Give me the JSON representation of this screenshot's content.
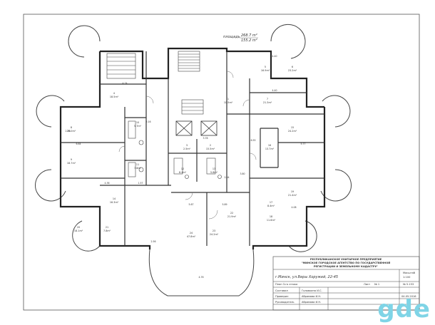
{
  "plan": {
    "area_label": "площадь",
    "total_area": "268.7 m²",
    "living_area": "155.2 m²"
  },
  "rooms": [
    {
      "num": "1",
      "area": "10.5m²"
    },
    {
      "num": "2",
      "area": "15.5m²"
    },
    {
      "num": "3",
      "area": "2.5m²"
    },
    {
      "num": "4",
      "area": "18.5m²"
    },
    {
      "num": "5",
      "area": "16.9m²"
    },
    {
      "num": "6",
      "area": "23.2m²"
    },
    {
      "num": "7",
      "area": "21.3m²"
    },
    {
      "num": "8",
      "area": "20.0m²"
    },
    {
      "num": "9",
      "area": "18.7m²"
    },
    {
      "num": "10",
      "area": "5.7m²"
    },
    {
      "num": "11",
      "area": "7.8m²"
    },
    {
      "num": "12",
      "area": "8.4m²"
    },
    {
      "num": "13",
      "area": "5.8m²"
    },
    {
      "num": "14",
      "area": "16.3m²"
    },
    {
      "num": "15",
      "area": "24.2m²"
    },
    {
      "num": "16",
      "area": "13.7m²"
    },
    {
      "num": "17",
      "area": "8.4m²"
    },
    {
      "num": "18",
      "area": "11.6m²"
    },
    {
      "num": "19",
      "area": "21.4m²"
    },
    {
      "num": "20",
      "area": "18.1m²"
    },
    {
      "num": "21",
      "area": "7.8m²"
    },
    {
      "num": "22",
      "area": "21.9m²"
    },
    {
      "num": "23",
      "area": "24.2m²"
    },
    {
      "num": "24",
      "area": "47.8m²"
    }
  ],
  "dimensions": [
    "4.74",
    "4.40",
    "4.40",
    "2.78",
    "6.64",
    "5.77",
    "6.55",
    "4.36",
    "5.67",
    "5.89",
    "4.76",
    "3.80",
    "4.08",
    "2.56",
    "3.78",
    "1.57",
    "2.16",
    "2.64"
  ],
  "title_block": {
    "org_line1": "РЕСПУБЛИКАНСКОЕ УНИТАРНОЕ ПРЕДПРИЯТИЕ",
    "org_line2": "\"МИНСКОЕ ГОРОДСКОЕ АГЕНТСТВО ПО ГОСУДАРСТВЕННОЙ",
    "org_line3": "РЕГИСТРАЦИИ И ЗЕМЕЛЬНОМУ КАДАСТРУ\"",
    "address": "г.Минск, ул.Веры Хоружей, 22-45",
    "scale_label": "Масштаб",
    "scale_value": "1:100",
    "sheet_label": "Лист",
    "sheet_value": "№ 1",
    "doc_no": "№ 5.153",
    "plan_type": "План 3-го этажа",
    "row1_role": "Составил",
    "row1_name": "Головкина И.С.",
    "row2_role": "Проверил",
    "row2_name": "Абрамова И.Н.",
    "row3_role": "Руководитель",
    "row3_name": "Абрамова И.Н.",
    "date": "04.05.2016"
  },
  "watermark": {
    "text": "gde",
    "color": "#7fd4e6"
  }
}
